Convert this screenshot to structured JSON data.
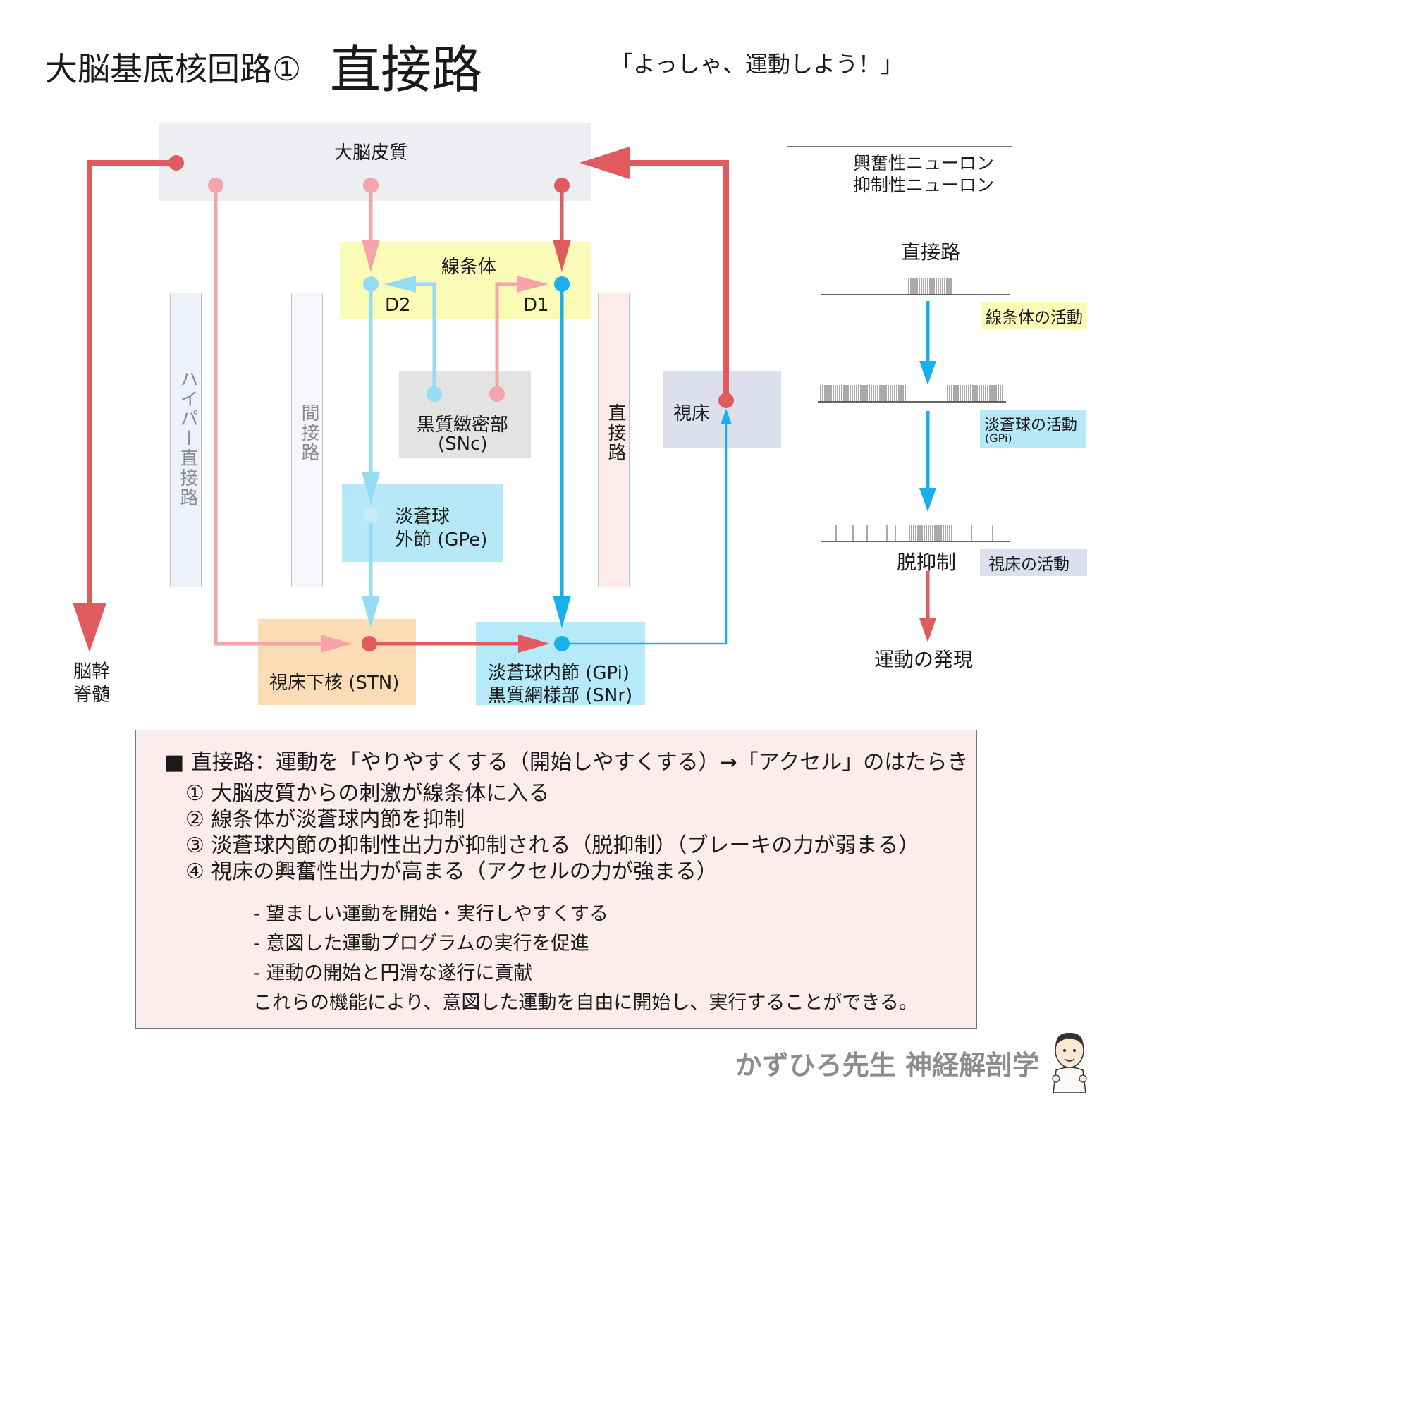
{
  "header": {
    "title": "大脳基底核回路①",
    "title_big": "直接路",
    "quote": "「よっしゃ、運動しよう！」"
  },
  "regions": {
    "cortex": "大脳皮質",
    "striatum": "線条体",
    "d2": "D2",
    "d1": "D1",
    "snc_name": "黒質緻密部",
    "snc_abbr": "(SNc)",
    "gpe_line1": "淡蒼球",
    "gpe_line2": "外節 (GPe)",
    "stn": "視床下核 (STN)",
    "gpi_line1": "淡蒼球内節 (GPi)",
    "gpi_line2": "黒質網様部 (SNr)",
    "thalamus": "視床",
    "brainstem_line1": "脳幹",
    "brainstem_line2": "脊髄"
  },
  "pathways": {
    "hyper_direct": "ハイパー直接路",
    "indirect": "間接路",
    "direct": "直接路"
  },
  "legend": {
    "excitatory": "興奮性ニューロン",
    "inhibitory": "抑制性ニューロン"
  },
  "activity_panel": {
    "title": "直接路",
    "striatum_activity": "線条体の活動",
    "gpi_activity": "淡蒼球の活動",
    "gpi_activity_abbr": "(GPi)",
    "disinhibition": "脱抑制",
    "thalamus_activity": "視床の活動",
    "movement": "運動の発現"
  },
  "summary": {
    "heading": "■ 直接路：運動を「やりやすくする（開始しやすくする）→「アクセル」のはたらき",
    "items": [
      "① 大脳皮質からの刺激が線条体に入る",
      "② 線条体が淡蒼球内節を抑制",
      "③ 淡蒼球内節の抑制性出力が抑制される（脱抑制）（ブレーキの力が弱まる）",
      "④ 視床の興奮性出力が高まる（アクセルの力が強まる）"
    ],
    "bullets": [
      "- 望ましい運動を開始・実行しやすくする",
      "- 意図した運動プログラムの実行を促進",
      "- 運動の開始と円滑な遂行に貢献",
      "これらの機能により、意図した運動を自由に開始し、実行することができる。"
    ]
  },
  "footer": {
    "credit": "かずひろ先生 神経解剖学"
  },
  "colors": {
    "excitatory": "#e05a5f",
    "excitatory_light": "#f7a3aa",
    "inhibitory": "#1aaeea",
    "inhibitory_light": "#93dcf2"
  }
}
